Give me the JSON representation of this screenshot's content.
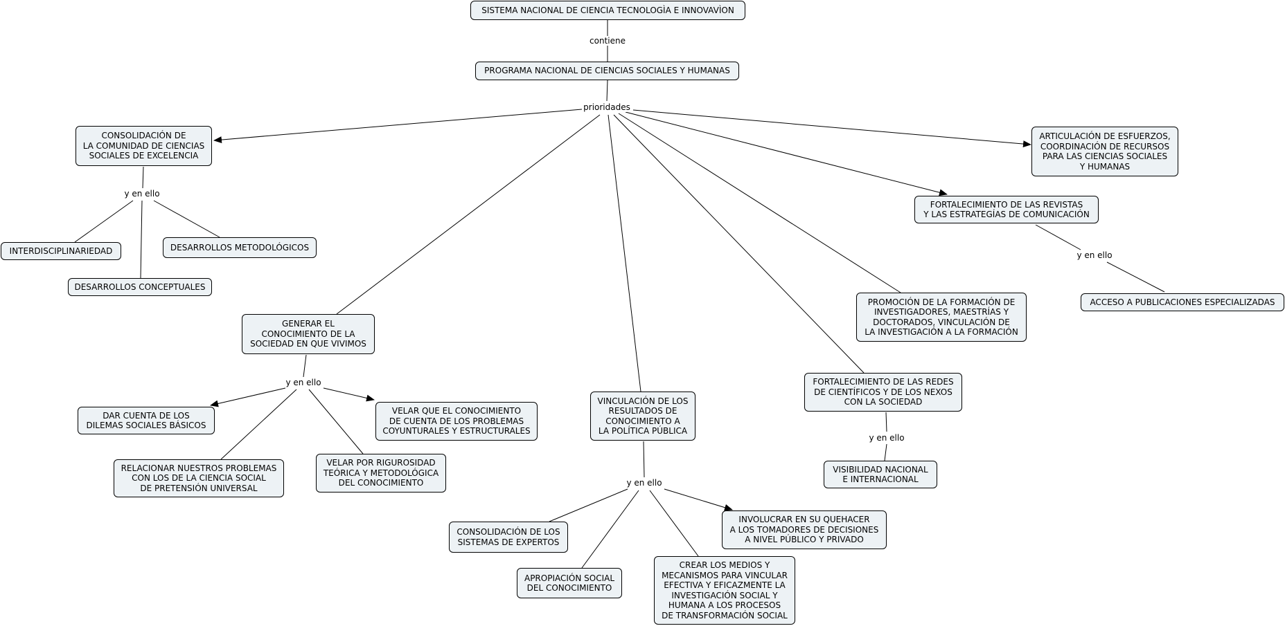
{
  "concepts": {
    "sistema": "SISTEMA NACIONAL DE CIENCIA TECNOLOGÌA E INNOVAVÌON",
    "programa": "PROGRAMA NACIONAL DE CIENCIAS SOCIALES Y HUMANAS",
    "consolidacion_comunidad": "CONSOLIDACIÓN DE\nLA COMUNIDAD DE CIENCIAS\nSOCIALES DE EXCELENCIA",
    "interdisciplinariedad": "INTERDISCIPLINARIEDAD",
    "desarrollos_metodologicos": "DESARROLLOS METODOLÓGICOS",
    "desarrollos_conceptuales": "DESARROLLOS CONCEPTUALES",
    "generar_conocimiento": "GENERAR EL\nCONOCIMIENTO DE LA\nSOCIEDAD EN QUE VIVIMOS",
    "dar_cuenta": "DAR CUENTA DE LOS\nDILEMAS SOCIALES BÁSICOS",
    "velar_conocimiento": "VELAR QUE EL CONOCIMIENTO\nDE CUENTA DE LOS PROBLEMAS\nCOYUNTURALES Y ESTRUCTURALES",
    "relacionar_problemas": "RELACIONAR NUESTROS PROBLEMAS\nCON LOS DE LA CIENCIA SOCIAL\nDE PRETENSIÓN UNIVERSAL",
    "velar_rigurosidad": "VELAR POR RIGUROSIDAD\nTEÓRICA Y METODOLÓGICA\nDEL CONOCIMIENTO",
    "vinculacion_resultados": "VINCULACIÓN DE LOS\nRESULTADOS DE\nCONOCIMIENTO A\nLA POLÍTICA PÚBLICA",
    "consolidacion_sistemas": "CONSOLIDACIÓN DE LOS\nSISTEMAS DE EXPERTOS",
    "apropiacion_social": "APROPIACIÓN SOCIAL\nDEL CONOCIMIENTO",
    "crear_medios": "CREAR LOS MEDIOS Y\nMECANISMOS PARA VINCULAR\nEFECTIVA Y EFICAZMENTE LA\nINVESTIGACIÓN SOCIAL Y\nHUMANA A LOS PROCESOS\nDE TRANSFORMACIÓN SOCIAL",
    "involucrar": "INVOLUCRAR EN SU QUEHACER\nA LOS TOMADORES DE DECISIONES\nA NIVEL PÚBLICO Y PRIVADO",
    "fortalecimiento_redes": "FORTALECIMIENTO DE LAS REDES\nDE CIENTÍFICOS Y DE LOS NEXOS\nCON LA SOCIEDAD",
    "visibilidad": "VISIBILIDAD NACIONAL\nE INTERNACIONAL",
    "promocion_formacion": "PROMOCIÓN DE LA FORMACIÓN DE\nINVESTIGADORES, MAESTRÍAS Y\nDOCTORADOS, VINCULACIÓN DE\nLA INVESTIGACIÓN A LA FORMACIÓN",
    "fortalecimiento_revistas": "FORTALECIMIENTO DE LAS REVISTAS\nY LAS ESTRATEGÍAS DE COMUNICACIÓN",
    "acceso_publicaciones": "ACCESO A PUBLICACIONES ESPECIALIZADAS",
    "articulacion": "ARTICULACIÓN DE ESFUERZOS,\nCOORDINACIÓN DE RECURSOS\nPARA LAS CIENCIAS SOCIALES\nY HUMANAS"
  },
  "linking_phrases": {
    "contiene": "contiene",
    "prioridades": "prioridades",
    "y_en_ello_consolidacion": "y en ello",
    "y_en_ello_generar": "y en ello",
    "y_en_ello_vinculacion": "y en ello",
    "y_en_ello_redes": "y en ello",
    "y_en_ello_revistas": "y en ello"
  }
}
